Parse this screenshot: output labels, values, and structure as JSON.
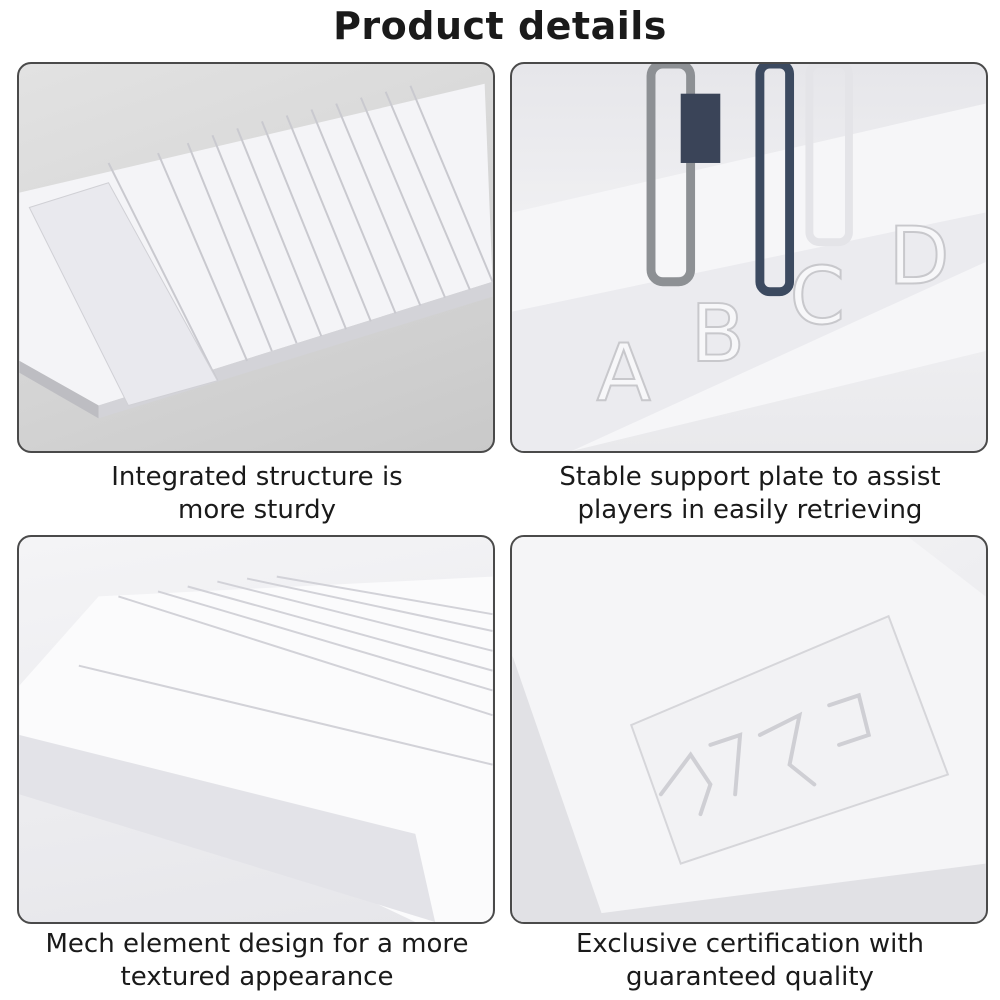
{
  "title": "Product details",
  "panels": [
    {
      "caption_lines": [
        "Integrated structure is",
        "more sturdy"
      ]
    },
    {
      "caption_lines": [
        "Stable support plate to assist",
        "players in easily retrieving"
      ],
      "slot_letters": [
        "A",
        "B",
        "C",
        "D"
      ]
    },
    {
      "caption_lines": [
        "Mech element design for a more",
        "textured appearance"
      ]
    },
    {
      "caption_lines": [
        "Exclusive certification with",
        "guaranteed quality"
      ]
    }
  ]
}
